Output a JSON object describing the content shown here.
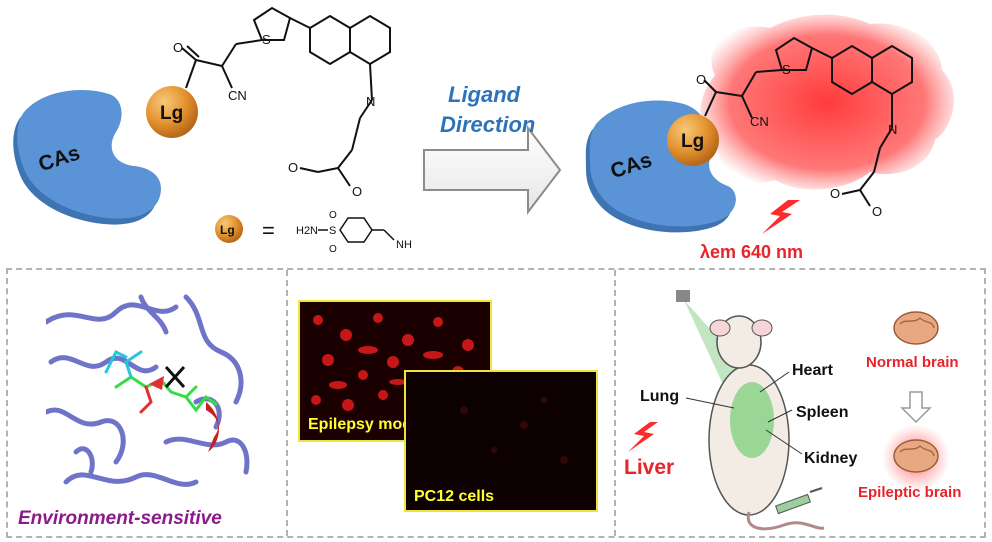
{
  "top": {
    "cas_label_left": "CAs",
    "lg_label_left": "Lg",
    "cas_label_right": "CAs",
    "lg_label_right": "Lg",
    "arrow_label_line1": "Ligand",
    "arrow_label_line2": "Direction",
    "legend_lg": "Lg",
    "legend_equals": "=",
    "legend_h2n": "H2N",
    "legend_s": "S",
    "legend_o": "O",
    "legend_nh": "NH",
    "mol_s": "S",
    "mol_n": "N",
    "mol_cn": "CN",
    "mol_o": "O",
    "emission": "λem 640 nm"
  },
  "panels": {
    "left_caption": "Environment-sensitive",
    "middle_top_label": "Epilepsy model",
    "middle_bottom_label": "PC12 cells",
    "right": {
      "lung": "Lung",
      "heart": "Heart",
      "spleen": "Spleen",
      "kidney": "Kidney",
      "liver": "Liver",
      "normal_brain": "Normal brain",
      "epileptic_brain": "Epileptic brain"
    }
  },
  "colors": {
    "protein_blue": "#4f86c6",
    "lg_orange": "#e3922e",
    "arrow_text_blue": "#2e73b8",
    "emission_red": "#e8232a",
    "caption_purple": "#8b1a8b",
    "micro_yellow": "#ffff33"
  }
}
